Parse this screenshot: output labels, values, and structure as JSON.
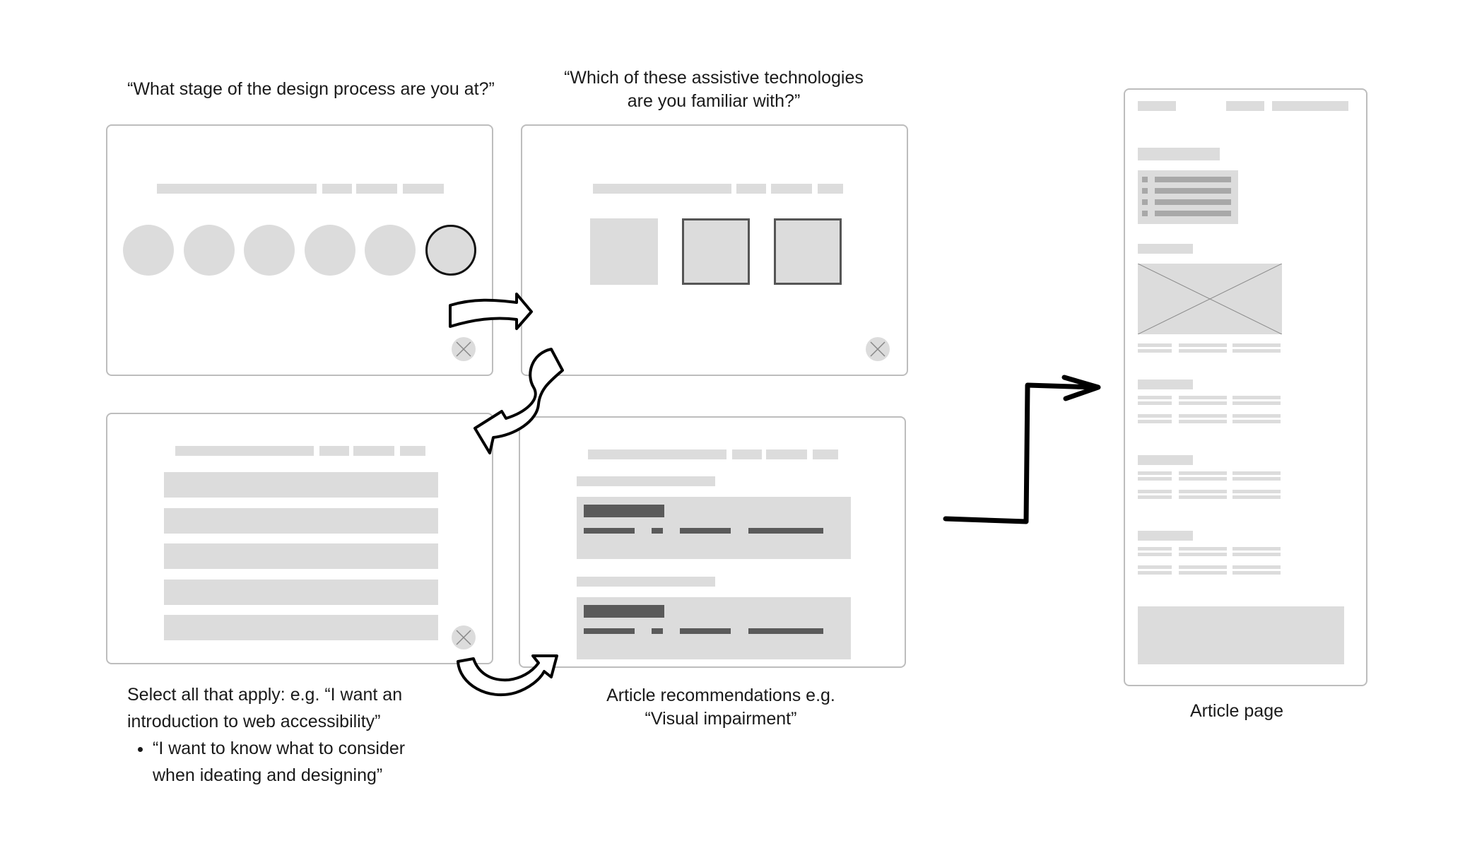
{
  "screens": {
    "stage": {
      "question": "“What stage of the design process are you at?”"
    },
    "assistive": {
      "question": "“Which of these assistive technologies are you familiar with?”"
    },
    "select": {
      "note_intro": "Select all that apply: e.g. “I want an introduction to web accessibility”",
      "note_bullets": [
        "“I want to know what to consider when ideating and designing”"
      ]
    },
    "recommendations": {
      "caption": "Article recommendations e.g. “Visual impairment”"
    },
    "article": {
      "caption": "Article page"
    }
  },
  "colors": {
    "placeholder": "#dcdcdc",
    "frame_border": "#bdbdbd",
    "dark_block": "#5a5a5a",
    "arrow": "#000000"
  },
  "icons": [
    "close-icon",
    "arrow-icon",
    "image-placeholder-icon"
  ]
}
